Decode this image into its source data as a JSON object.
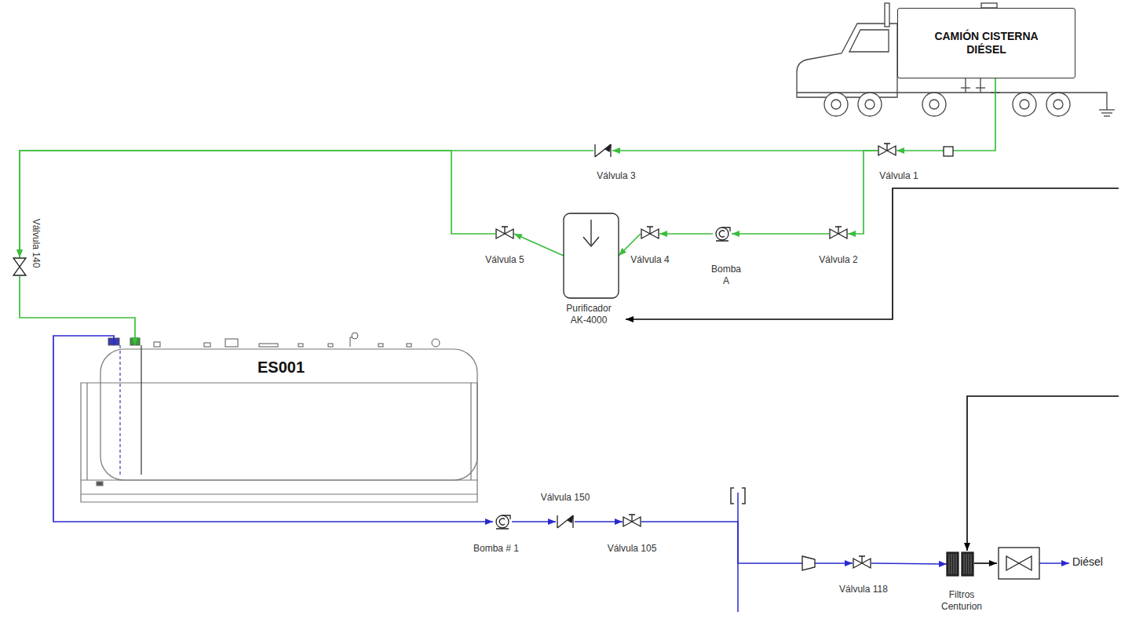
{
  "diagram": {
    "nodes": [
      {
        "text": [
          "CAMIÓN CISTERNA DIÉSEL"
        ]
      },
      {
        "text": [
          "Válvula 1"
        ]
      },
      {
        "text": [
          "Válvula 3"
        ]
      },
      {
        "text": [
          "Válvula 140"
        ]
      },
      {
        "text": [
          "Válvula 2"
        ]
      },
      {
        "text": [
          "Bomba A"
        ]
      },
      {
        "text": [
          "Válvula 4"
        ]
      },
      {
        "text": [
          "Purificador AK-4000"
        ]
      },
      {
        "text": [
          "Válvula 5"
        ]
      },
      {
        "text": [
          "ES001"
        ]
      },
      {
        "text": [
          "Bomba # 1"
        ]
      },
      {
        "text": [
          "Válvula 150"
        ]
      },
      {
        "text": [
          "Válvula 105"
        ]
      },
      {
        "text": [
          "Válvula 118"
        ]
      },
      {
        "text": [
          "Filtros Centurion"
        ]
      }
    ],
    "edges": [
      {
        "from": 0,
        "to": 1,
        "arrow": "to"
      },
      {
        "from": 1,
        "to": 2,
        "arrow": "to"
      },
      {
        "from": 2,
        "to": 3,
        "arrow": "to"
      },
      {
        "from": 1,
        "to": 4,
        "arrow": "to"
      },
      {
        "from": 4,
        "to": 5,
        "arrow": "to"
      },
      {
        "from": 5,
        "to": 6,
        "arrow": "to"
      },
      {
        "from": 6,
        "to": 7,
        "arrow": "to"
      },
      {
        "from": 7,
        "to": 8,
        "arrow": "to"
      },
      {
        "from": 8,
        "to": 3,
        "arrow": "to"
      },
      {
        "from": 3,
        "to": 9,
        "arrow": "to"
      },
      {
        "from": 9,
        "to": 10,
        "arrow": "to"
      },
      {
        "from": 10,
        "to": 11,
        "arrow": "to"
      },
      {
        "from": 11,
        "to": 12,
        "arrow": "to"
      },
      {
        "from": 12,
        "to": 13,
        "arrow": "to"
      },
      {
        "from": 13,
        "to": 14,
        "arrow": "to"
      }
    ],
    "labels": [
      "Diésel"
    ]
  }
}
